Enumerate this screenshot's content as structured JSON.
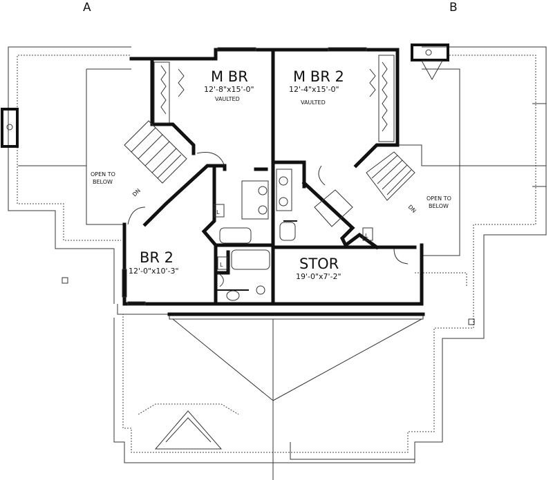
{
  "markers": {
    "left": "A",
    "right": "B"
  },
  "rooms": [
    {
      "name": "M BR",
      "size": "12'-8\"x15'-0\"",
      "note": "VAULTED"
    },
    {
      "name": "M BR 2",
      "size": "12'-4\"x15'-0\"",
      "note": "VAULTED"
    },
    {
      "name": "BR 2",
      "size": "12'-0\"x10'-3\""
    },
    {
      "name": "STOR",
      "size": "19'-0\"x7'-2\""
    }
  ],
  "open_to_below": [
    "OPEN TO",
    "BELOW"
  ],
  "stair_labels": [
    "DN",
    "DN"
  ],
  "fixture_labels": [
    "L",
    "L",
    "L"
  ]
}
